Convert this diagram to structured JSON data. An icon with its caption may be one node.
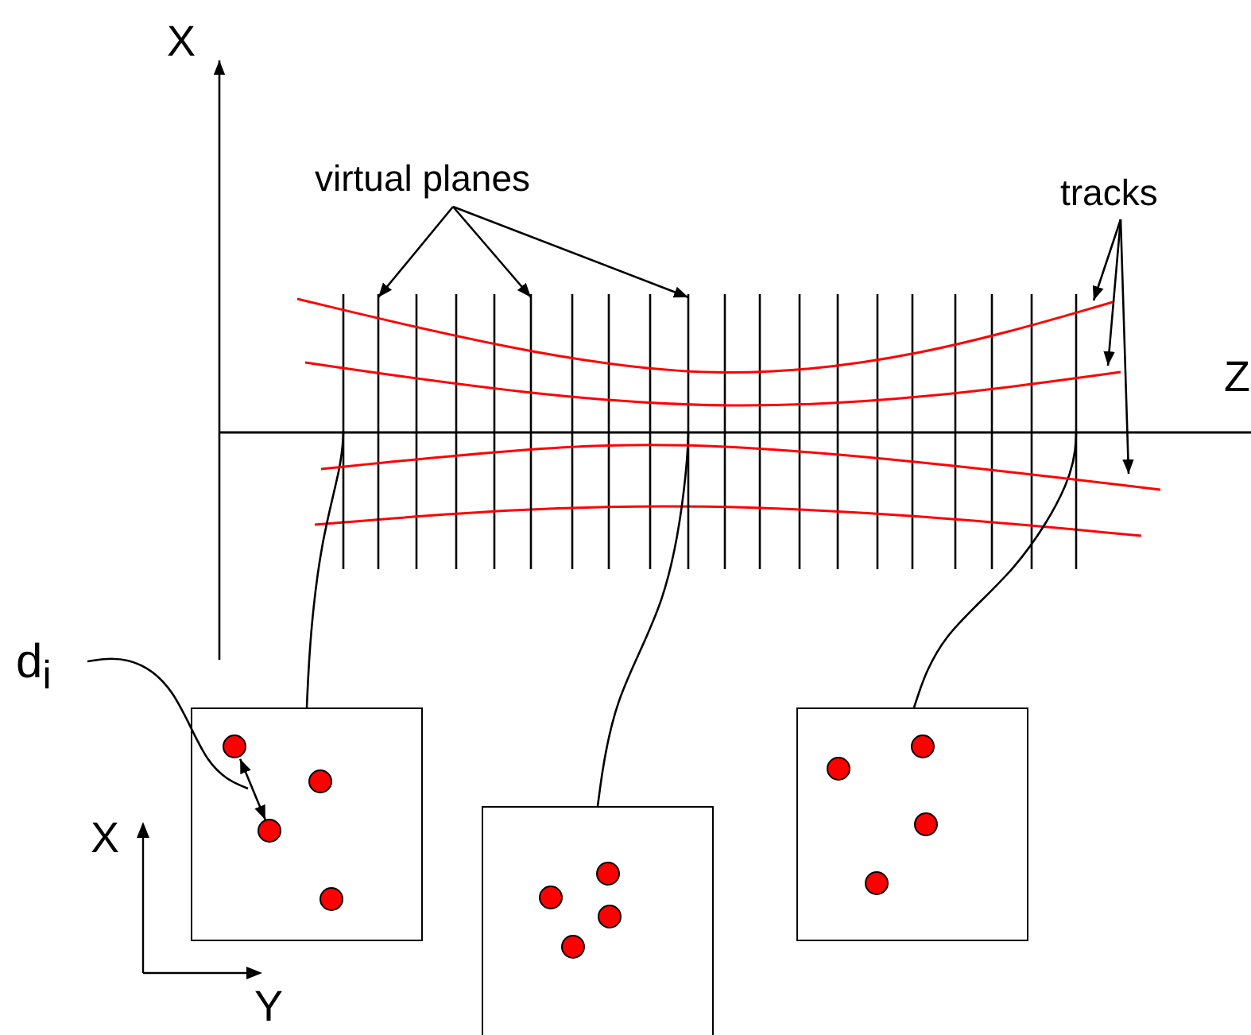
{
  "diagram": {
    "nodes": [
      {
        "text": [
          "virtual planes"
        ]
      },
      {
        "text": [],
        "shape": "bar"
      },
      {
        "text": [],
        "shape": "bar"
      },
      {
        "text": [],
        "shape": "bar"
      },
      {
        "text": [],
        "shape": "bar"
      },
      {
        "text": [],
        "shape": "bar"
      },
      {
        "text": [
          "tracks"
        ]
      },
      {
        "text": [],
        "shape": "curve"
      },
      {
        "text": [],
        "shape": "curve"
      },
      {
        "text": [],
        "shape": "curve"
      },
      {
        "text": [],
        "shape": "box"
      },
      {
        "text": [],
        "shape": "circle",
        "in": 10
      },
      {
        "text": [],
        "shape": "circle",
        "in": 10
      },
      {
        "text": [],
        "shape": "circle",
        "in": 10
      },
      {
        "text": [],
        "shape": "circle",
        "in": 10
      },
      {
        "text": [],
        "shape": "box"
      },
      {
        "text": [],
        "shape": "circle",
        "in": 15
      },
      {
        "text": [],
        "shape": "circle",
        "in": 15
      },
      {
        "text": [],
        "shape": "circle",
        "in": 15
      },
      {
        "text": [],
        "shape": "circle",
        "in": 15
      },
      {
        "text": [],
        "shape": "box"
      },
      {
        "text": [],
        "shape": "circle",
        "in": 20
      },
      {
        "text": [],
        "shape": "circle",
        "in": 20
      },
      {
        "text": [],
        "shape": "circle",
        "in": 20
      },
      {
        "text": [],
        "shape": "circle",
        "in": 20
      },
      {
        "text": [
          "d$_{i}$"
        ]
      }
    ],
    "edges": [
      {
        "from": 0,
        "to": 2,
        "arrow": "to"
      },
      {
        "from": 0,
        "to": 3,
        "arrow": "to"
      },
      {
        "from": 0,
        "to": 4,
        "arrow": "to"
      },
      {
        "from": 6,
        "to": 7,
        "arrow": "to"
      },
      {
        "from": 6,
        "to": 8,
        "arrow": "to"
      },
      {
        "from": 6,
        "to": 9,
        "arrow": "to"
      },
      {
        "from": 1,
        "to": 10,
        "arrow": "none"
      },
      {
        "from": 4,
        "to": 15,
        "arrow": "none"
      },
      {
        "from": 5,
        "to": 20,
        "arrow": "none"
      },
      {
        "from": 11,
        "to": 13,
        "arrow": "both"
      },
      {
        "from": 25,
        "to": null,
        "arrow": "none"
      }
    ],
    "labels": [
      "X",
      "Z",
      "X",
      "Y"
    ]
  }
}
